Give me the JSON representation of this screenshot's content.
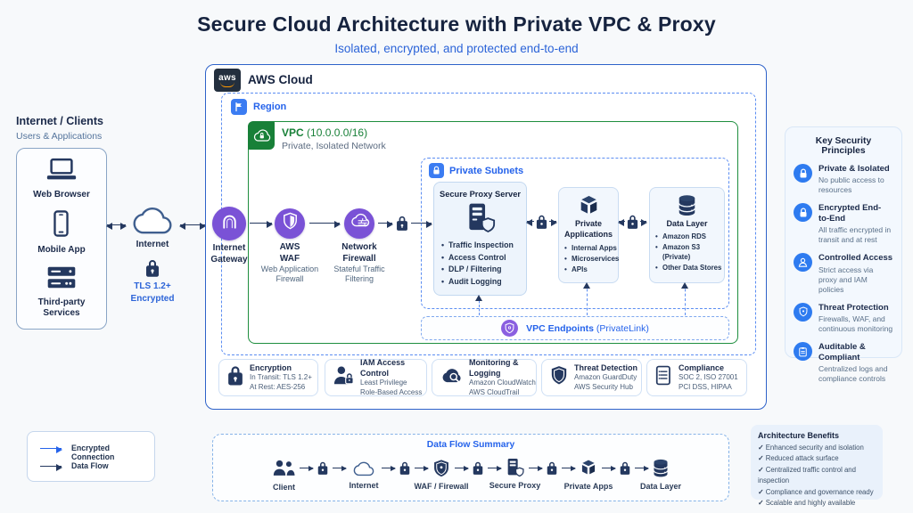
{
  "header": {
    "title": "Secure Cloud Architecture with Private VPC & Proxy",
    "subtitle": "Isolated, encrypted, and protected end-to-end"
  },
  "colors": {
    "navy": "#24385f",
    "blue_accent": "#2563eb",
    "green_vpc": "#188038",
    "purple_node": "#7a52d6",
    "aws_border": "#2e62c9",
    "principle_circle": "#2e7bf0"
  },
  "clients": {
    "heading": "Internet / Clients",
    "subheading": "Users & Applications",
    "items": [
      {
        "icon": "laptop-icon",
        "label": "Web Browser"
      },
      {
        "icon": "mobile-icon",
        "label": "Mobile App"
      },
      {
        "icon": "server-icon",
        "label": "Third-party Services"
      }
    ],
    "internet_label": "Internet",
    "tls_line1": "TLS 1.2+",
    "tls_line2": "Encrypted"
  },
  "aws": {
    "logo_text": "aws",
    "label": "AWS Cloud",
    "region_label": "Region",
    "vpc": {
      "title": "VPC",
      "cidr": "(10.0.0.0/16)",
      "subtitle": "Private, Isolated Network"
    },
    "gateway": {
      "icon": "gateway-arch-icon",
      "label": "Internet Gateway"
    },
    "waf": {
      "icon": "shield-icon",
      "title": "AWS WAF",
      "subtitle": "Web Application Firewall"
    },
    "firewall": {
      "icon": "cloud-firewall-icon",
      "title": "Network Firewall",
      "subtitle": "Stateful Traffic Filtering"
    },
    "private_subnets": {
      "label": "Private Subnets",
      "proxy": {
        "title": "Secure Proxy Server",
        "icon": "proxy-server-shield-icon",
        "bullets": [
          "Traffic Inspection",
          "Access Control",
          "DLP / Filtering",
          "Audit Logging"
        ]
      },
      "apps": {
        "title": "Private Applications",
        "icon": "cube-icon",
        "bullets": [
          "Internal Apps",
          "Microservices",
          "APIs"
        ]
      },
      "data": {
        "title": "Data Layer",
        "icon": "database-icon",
        "bullets": [
          "Amazon RDS",
          "Amazon S3 (Private)",
          "Other Data Stores"
        ]
      }
    },
    "endpoints": {
      "icon": "shield-icon",
      "label_bold": "VPC Endpoints",
      "label_normal": "(PrivateLink)"
    },
    "features": [
      {
        "icon": "lock-icon",
        "title": "Encryption",
        "line1": "In Transit: TLS 1.2+",
        "line2": "At Rest: AES-256"
      },
      {
        "icon": "user-lock-icon",
        "title": "IAM Access Control",
        "line1": "Least Privilege",
        "line2": "Role-Based Access"
      },
      {
        "icon": "cloud-search-icon",
        "title": "Monitoring & Logging",
        "line1": "Amazon CloudWatch",
        "line2": "AWS CloudTrail"
      },
      {
        "icon": "shield-icon",
        "title": "Threat Detection",
        "line1": "Amazon GuardDuty",
        "line2": "AWS Security Hub"
      },
      {
        "icon": "document-icon",
        "title": "Compliance",
        "line1": "SOC 2, ISO 27001",
        "line2": "PCI DSS, HIPAA"
      }
    ]
  },
  "principles": {
    "title": "Key Security Principles",
    "items": [
      {
        "icon": "lock-icon",
        "title": "Private & Isolated",
        "desc": "No public access to resources"
      },
      {
        "icon": "lock-icon",
        "title": "Encrypted End-to-End",
        "desc": "All traffic encrypted in transit and at rest"
      },
      {
        "icon": "user-icon",
        "title": "Controlled Access",
        "desc": "Strict access via proxy and IAM policies"
      },
      {
        "icon": "shield-icon",
        "title": "Threat Protection",
        "desc": "Firewalls, WAF, and continuous monitoring"
      },
      {
        "icon": "clipboard-icon",
        "title": "Auditable & Compliant",
        "desc": "Centralized logs and compliance controls"
      }
    ]
  },
  "legend": {
    "items": [
      {
        "style": "encrypted",
        "label": "Encrypted Connection"
      },
      {
        "style": "dataflow",
        "label": "Data Flow"
      }
    ]
  },
  "flow": {
    "title": "Data Flow Summary",
    "steps": [
      {
        "icon": "users-icon",
        "label": "Client"
      },
      {
        "icon": "cloud-icon",
        "label": "Internet"
      },
      {
        "icon": "shield-icon",
        "label": "WAF / Firewall"
      },
      {
        "icon": "proxy-server-shield-icon",
        "label": "Secure Proxy"
      },
      {
        "icon": "cube-icon",
        "label": "Private Apps"
      },
      {
        "icon": "database-icon",
        "label": "Data Layer"
      }
    ]
  },
  "benefits": {
    "title": "Architecture Benefits",
    "items": [
      "Enhanced security and isolation",
      "Reduced attack surface",
      "Centralized traffic control and inspection",
      "Compliance and governance ready",
      "Scalable and highly available"
    ]
  }
}
